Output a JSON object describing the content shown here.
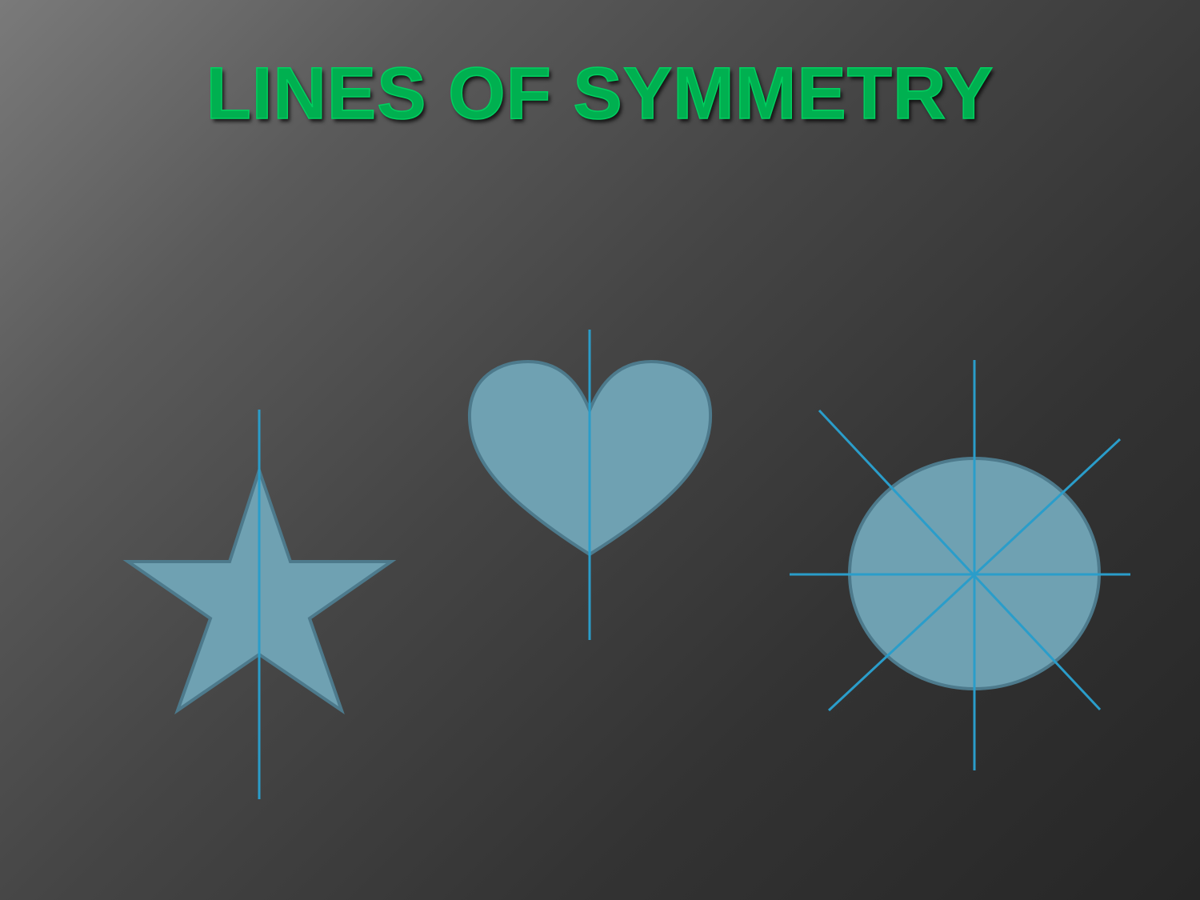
{
  "slide": {
    "title": "LINES OF SYMMETRY",
    "shapes": [
      {
        "name": "star",
        "symmetry_lines": 1
      },
      {
        "name": "heart",
        "symmetry_lines": 1
      },
      {
        "name": "circle",
        "symmetry_lines": 4
      }
    ]
  },
  "colors": {
    "title": "#00b050",
    "shape_fill": "#6fa1b2",
    "shape_stroke": "#4d7a8c",
    "symmetry_line": "#2a9dca"
  }
}
